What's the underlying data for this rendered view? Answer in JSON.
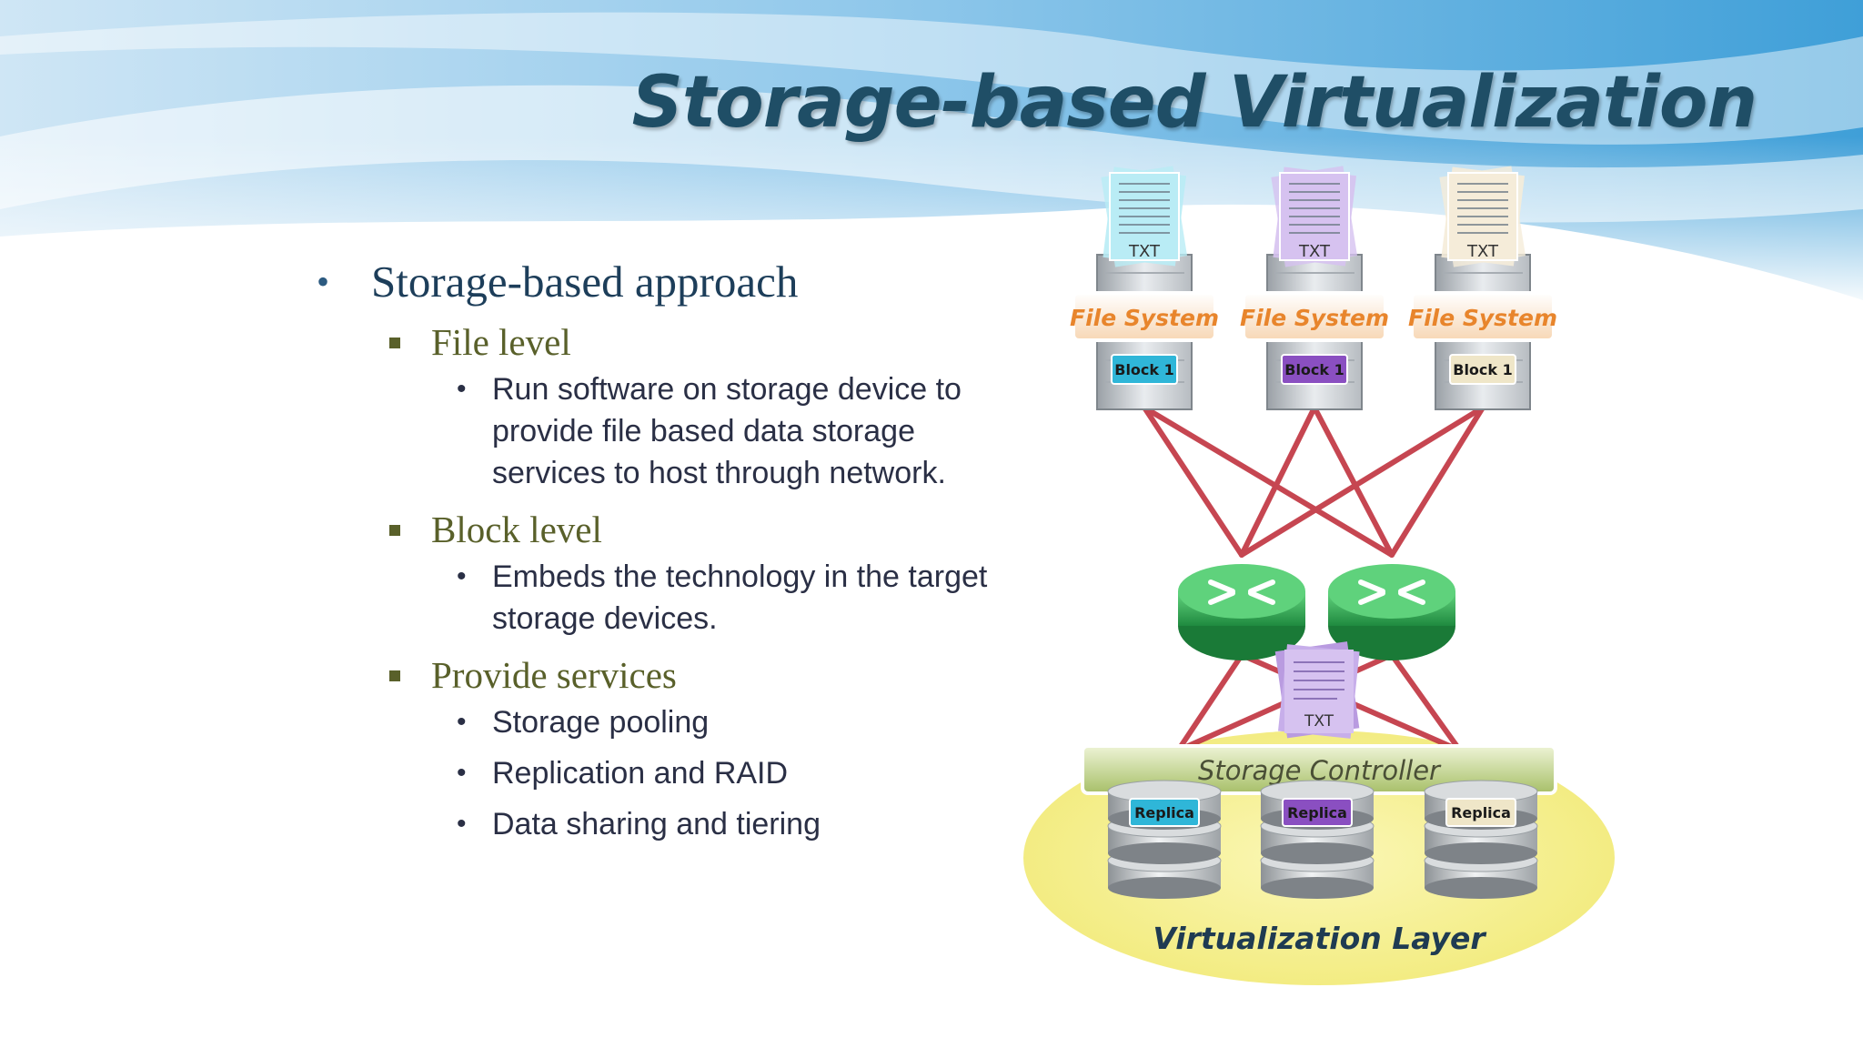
{
  "slide": {
    "title": "Storage-based Virtualization",
    "bullets": {
      "level1": "Storage-based approach",
      "file_level": {
        "heading": "File level",
        "text": "Run software on storage device to provide file based data storage services to host through network."
      },
      "block_level": {
        "heading": "Block level",
        "text": "Embeds the technology in the target storage devices."
      },
      "provide_services": {
        "heading": "Provide services",
        "items": [
          "Storage pooling",
          "Replication and RAID",
          "Data sharing and tiering"
        ]
      }
    }
  },
  "diagram": {
    "servers": [
      {
        "doc": "TXT",
        "fs": "File System",
        "block": "Block 1",
        "color": "#2fb6d8"
      },
      {
        "doc": "TXT",
        "fs": "File System",
        "block": "Block 1",
        "color": "#8a4fc1"
      },
      {
        "doc": "TXT",
        "fs": "File System",
        "block": "Block 1",
        "color": "#efe6c8"
      }
    ],
    "controller_doc": "TXT",
    "storage_controller": "Storage Controller",
    "replicas": [
      "Replica",
      "Replica",
      "Replica"
    ],
    "virtualization_layer": "Virtualization Layer",
    "colors": {
      "title": "#1f4e66",
      "link": "#c0333f",
      "switch": "#2fae55",
      "file_system_label": "#e8852c",
      "controller": "#b5c97a",
      "layer": "#f4ef8a"
    }
  }
}
